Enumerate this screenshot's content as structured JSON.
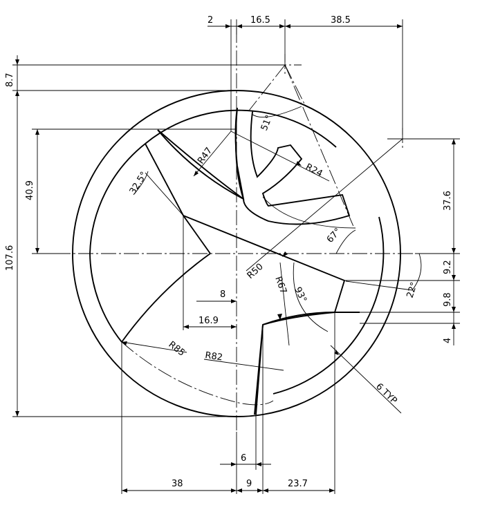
{
  "dimensions": {
    "d_2": "2",
    "d_16_5": "16.5",
    "d_38_5": "38.5",
    "d_8_7": "8.7",
    "d_107_6": "107.6",
    "d_40_9": "40.9",
    "d_37_6": "37.6",
    "d_9_2": "9.2",
    "d_9_8": "9.8",
    "d_4": "4",
    "d_8": "8",
    "d_16_9": "16.9",
    "d_6": "6",
    "d_38": "38",
    "d_9": "9",
    "d_23_7": "23.7"
  },
  "radii": {
    "r47": "R47",
    "r24": "R24",
    "r50": "R50",
    "r67": "R67",
    "r85": "R85",
    "r82": "R82"
  },
  "angles": {
    "a51": "51°",
    "a32_5": "32.5°",
    "a67": "67°",
    "a93": "93°",
    "a22": "22°"
  },
  "notes": {
    "typ": "6 TYP"
  }
}
